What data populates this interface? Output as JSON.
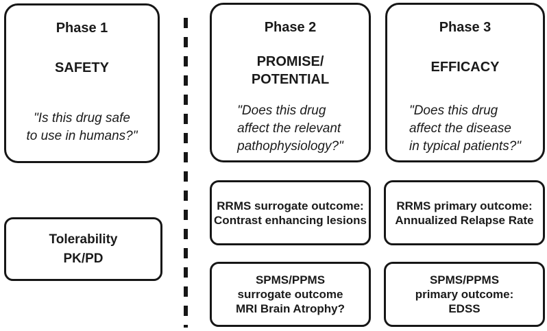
{
  "phase1": {
    "title": "Phase 1",
    "subtitle": "SAFETY",
    "quote_line1": "\"Is this drug safe",
    "quote_line2": "to use in humans?\""
  },
  "phase2": {
    "title": "Phase 2",
    "subtitle_line1": "PROMISE/",
    "subtitle_line2": "POTENTIAL",
    "quote_line1": "\"Does this drug",
    "quote_line2": "affect the relevant",
    "quote_line3": "pathophysiology?\""
  },
  "phase3": {
    "title": "Phase 3",
    "subtitle": "EFFICACY",
    "quote_line1": "\"Does this drug",
    "quote_line2": "affect the disease",
    "quote_line3": "in typical patients?\""
  },
  "tolerability": {
    "line1": "Tolerability",
    "line2": "PK/PD"
  },
  "rrms_surrogate": {
    "line1": "RRMS surrogate outcome:",
    "line2": "Contrast enhancing lesions"
  },
  "rrms_primary": {
    "line1": "RRMS primary outcome:",
    "line2": "Annualized Relapse Rate"
  },
  "spms_surrogate": {
    "line1": "SPMS/PPMS",
    "line2": "surrogate outcome",
    "line3": "MRI Brain Atrophy?"
  },
  "spms_primary": {
    "line1": "SPMS/PPMS",
    "line2": "primary outcome:",
    "line3": "EDSS"
  },
  "colors": {
    "border": "#161616",
    "text": "#1a1a1a",
    "background": "#ffffff"
  }
}
